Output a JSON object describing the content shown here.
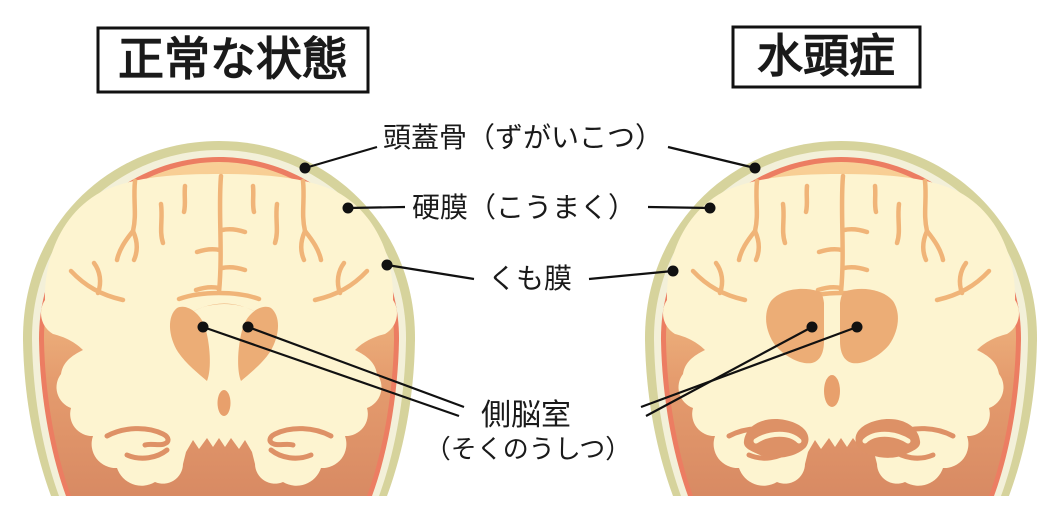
{
  "diagram": {
    "type": "medical-illustration",
    "subject": "brain coronal cross-section comparison: normal vs hydrocephalus"
  },
  "titles": {
    "left": "正常な状態",
    "right": "水頭症"
  },
  "labels": {
    "skull": "頭蓋骨（ずがいこつ）",
    "dura": "硬膜（こうまく）",
    "arachnoid": "くも膜",
    "ventricle_line1": "側脳室",
    "ventricle_line2": "（そくのうしつ）"
  },
  "colors": {
    "skull_outer": "#d6d39c",
    "skull_inner": "#f3f0d9",
    "dura_ring": "#ec7d62",
    "csf_top": "#f8d096",
    "csf_bottom": "#d88a63",
    "brain_tissue": "#fdf4d0",
    "sulci": "#f0b478",
    "ventricle": "#ecad76",
    "deep_structure": "#dd9166",
    "annotation": "#111111",
    "background": "#ffffff"
  }
}
